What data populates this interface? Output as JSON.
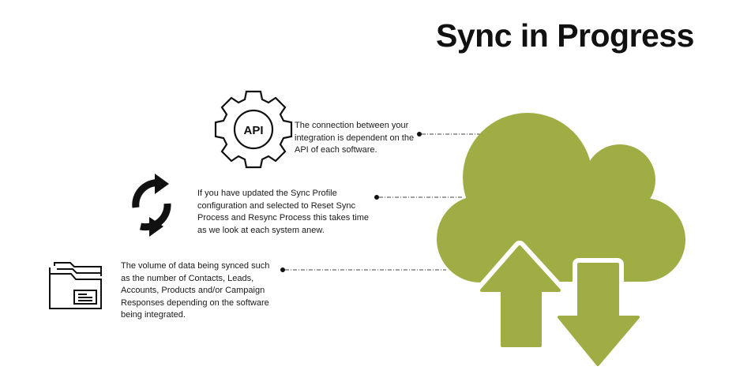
{
  "title": "Sync in Progress",
  "colors": {
    "accent": "#a0ad44",
    "ink": "#111111"
  },
  "items": [
    {
      "icon": "api-gear-icon",
      "icon_text": "API",
      "text": "The connection between your integration is dependent on the API of each software."
    },
    {
      "icon": "sync-arrows-icon",
      "text": "If you have updated the Sync Profile configuration and selected to Reset Sync Process and Resync Process this takes time as we look at each system anew."
    },
    {
      "icon": "folder-icon",
      "text": "The volume of data being synced such as the number of Contacts, Leads, Accounts, Products and/or Campaign Responses depending on the software being integrated."
    }
  ]
}
